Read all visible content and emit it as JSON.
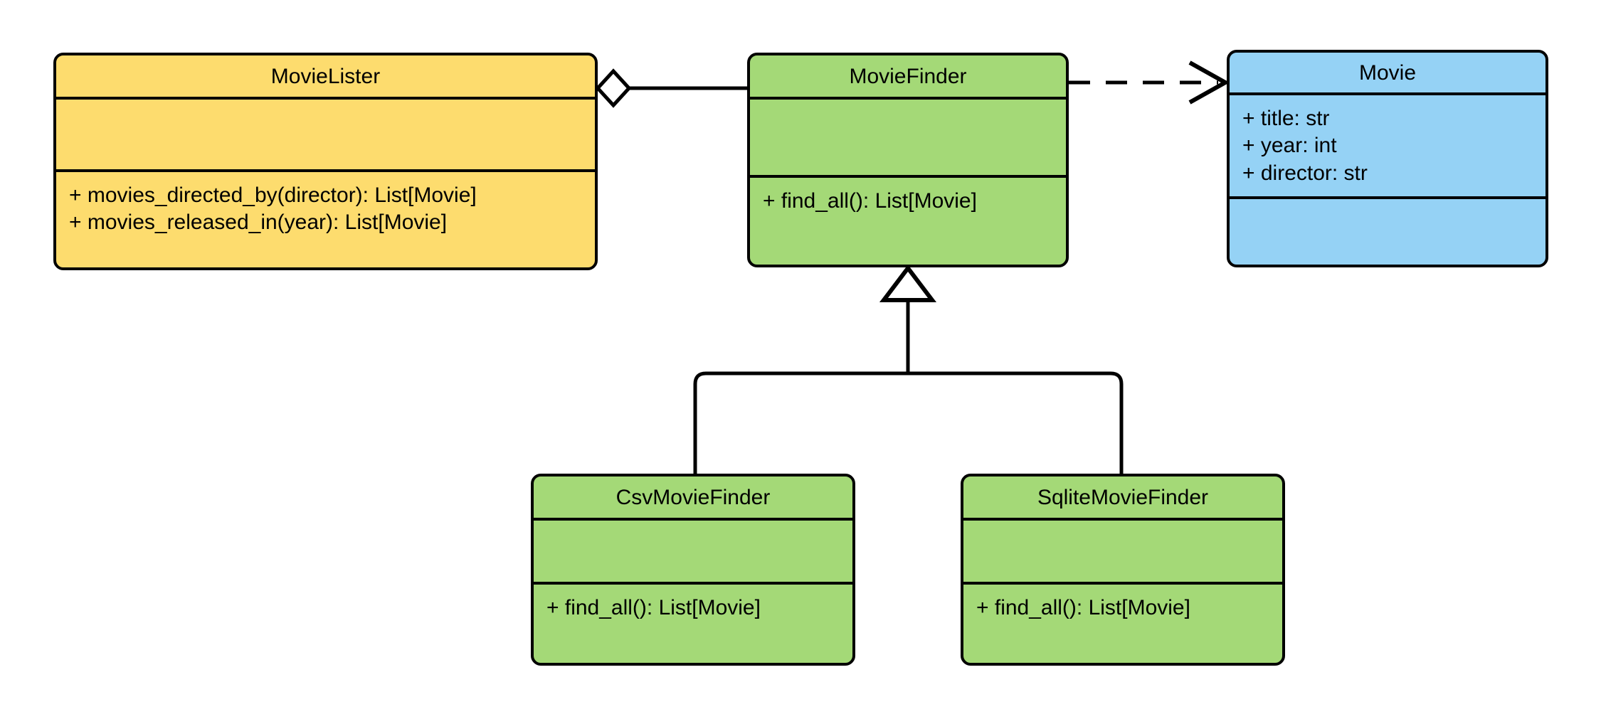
{
  "diagram": {
    "type": "uml-class-diagram",
    "background_color": "#ffffff",
    "line_color": "#000000",
    "classes": [
      {
        "id": "movielister",
        "name": "MovieLister",
        "fill_color": "#FDDC6E",
        "attributes": [],
        "operations": [
          "+ movies_directed_by(director): List[Movie]",
          "+ movies_released_in(year): List[Movie]"
        ]
      },
      {
        "id": "moviefinder",
        "name": "MovieFinder",
        "fill_color": "#A4D977",
        "attributes": [],
        "operations": [
          "+ find_all(): List[Movie]"
        ]
      },
      {
        "id": "movie",
        "name": "Movie",
        "fill_color": "#95D2F5",
        "attributes": [
          "+ title: str",
          "+ year: int",
          "+ director: str"
        ],
        "operations": []
      },
      {
        "id": "csvmoviefinder",
        "name": "CsvMovieFinder",
        "fill_color": "#A4D977",
        "attributes": [],
        "operations": [
          "+ find_all(): List[Movie]"
        ]
      },
      {
        "id": "sqlitemoviefinder",
        "name": "SqliteMovieFinder",
        "fill_color": "#A4D977",
        "attributes": [],
        "operations": [
          "+ find_all(): List[Movie]"
        ]
      }
    ],
    "relationships": [
      {
        "id": "aggregation-movielister-moviefinder",
        "kind": "aggregation",
        "from": "MovieLister",
        "to": "MovieFinder",
        "line_style": "solid",
        "source_decoration": "hollow-diamond",
        "target_decoration": "none"
      },
      {
        "id": "dependency-moviefinder-movie",
        "kind": "dependency",
        "from": "MovieFinder",
        "to": "Movie",
        "line_style": "dashed",
        "source_decoration": "none",
        "target_decoration": "open-arrow"
      },
      {
        "id": "generalization-csvmoviefinder-moviefinder",
        "kind": "generalization",
        "from": "CsvMovieFinder",
        "to": "MovieFinder",
        "line_style": "solid",
        "source_decoration": "none",
        "target_decoration": "hollow-triangle"
      },
      {
        "id": "generalization-sqlitemoviefinder-moviefinder",
        "kind": "generalization",
        "from": "SqliteMovieFinder",
        "to": "MovieFinder",
        "line_style": "solid",
        "source_decoration": "none",
        "target_decoration": "hollow-triangle"
      }
    ]
  }
}
